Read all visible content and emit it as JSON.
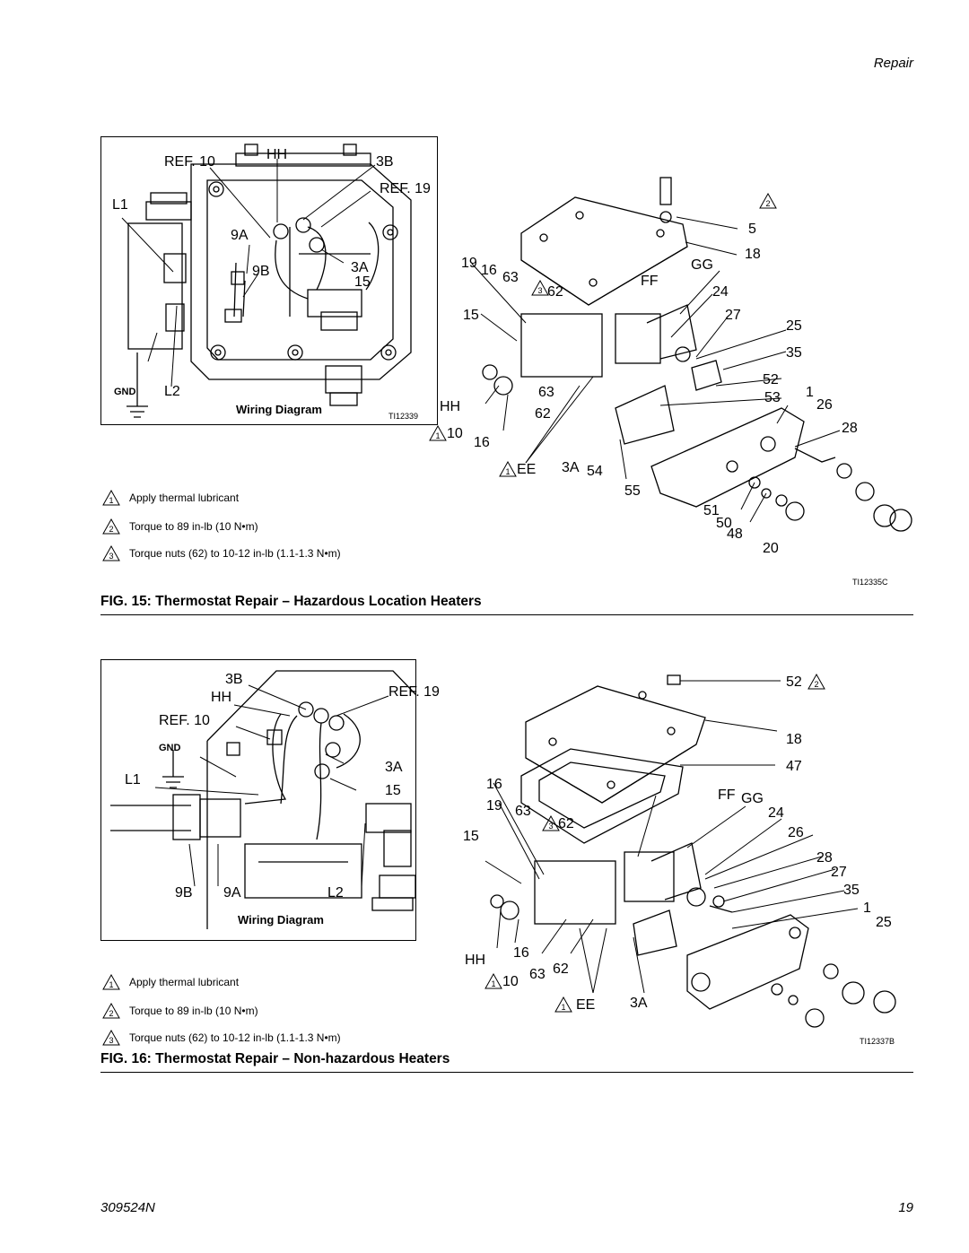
{
  "header": {
    "section": "Repair"
  },
  "figure15": {
    "caption_prefix": "FIG. 15:",
    "caption_title": "Thermostat Repair – Hazardous Location Heaters",
    "wiring": {
      "title": "Wiring Diagram",
      "ti": "TI12339",
      "gnd": "GND",
      "labels": {
        "ref10": "REF. 10",
        "hh": "HH",
        "b3": "3B",
        "ref19": "REF. 19",
        "l1": "L1",
        "a9": "9A",
        "b9": "9B",
        "a3": "3A",
        "n15": "15",
        "l2": "L2"
      }
    },
    "notes": [
      {
        "num": "1",
        "text": "Apply thermal lubricant"
      },
      {
        "num": "2",
        "text": "Torque to 89 in-lb (10 N•m)"
      },
      {
        "num": "3",
        "text": "Torque nuts (62) to 10-12 in-lb (1.1-1.3 N•m)"
      }
    ],
    "exploded_ti": "TI12335C",
    "callouts": {
      "c2": "2",
      "c5": "5",
      "c18": "18",
      "c19": "19",
      "c16a": "16",
      "c63a": "63",
      "cGG": "GG",
      "cFF": "FF",
      "c3": "3",
      "c62a": "62",
      "c24": "24",
      "c15": "15",
      "c27": "27",
      "c25": "25",
      "c35": "35",
      "c52": "52",
      "c1a": "1",
      "cHH": "HH",
      "c63b": "63",
      "c53": "53",
      "c26": "26",
      "c62b": "62",
      "c1b": "1",
      "c10": "10",
      "c16b": "16",
      "c28": "28",
      "c1c": "1",
      "cEE": "EE",
      "c3A": "3A",
      "c54": "54",
      "c55": "55",
      "c51": "51",
      "c50": "50",
      "c48": "48",
      "c20": "20"
    }
  },
  "figure16": {
    "caption_prefix": "FIG. 16:",
    "caption_title": "Thermostat Repair – Non-hazardous Heaters",
    "wiring": {
      "title": "Wiring Diagram",
      "gnd": "GND",
      "labels": {
        "b3": "3B",
        "hh": "HH",
        "ref19": "REF. 19",
        "ref10": "REF. 10",
        "a3": "3A",
        "l1": "L1",
        "n15": "15",
        "b9": "9B",
        "a9": "9A",
        "l2": "L2"
      }
    },
    "notes": [
      {
        "num": "1",
        "text": "Apply thermal lubricant"
      },
      {
        "num": "2",
        "text": "Torque to 89 in-lb (10 N•m)"
      },
      {
        "num": "3",
        "text": "Torque nuts (62) to 10-12 in-lb (1.1-1.3 N•m)"
      }
    ],
    "exploded_ti": "TI12337B",
    "callouts": {
      "c52": "52",
      "c2": "2",
      "c18": "18",
      "c47": "47",
      "c16a": "16",
      "cFF": "FF",
      "cGG": "GG",
      "c19": "19",
      "c63a": "63",
      "c24": "24",
      "c3": "3",
      "c62a": "62",
      "c15": "15",
      "c26": "26",
      "c28": "28",
      "c27": "27",
      "c35": "35",
      "c1a": "1",
      "c25": "25",
      "cHH": "HH",
      "c16b": "16",
      "c1b": "1",
      "c10": "10",
      "c63b": "63",
      "c62b": "62",
      "c1c": "1",
      "cEE": "EE",
      "c3A": "3A"
    }
  },
  "footer": {
    "doc_number": "309524N",
    "page": "19"
  }
}
